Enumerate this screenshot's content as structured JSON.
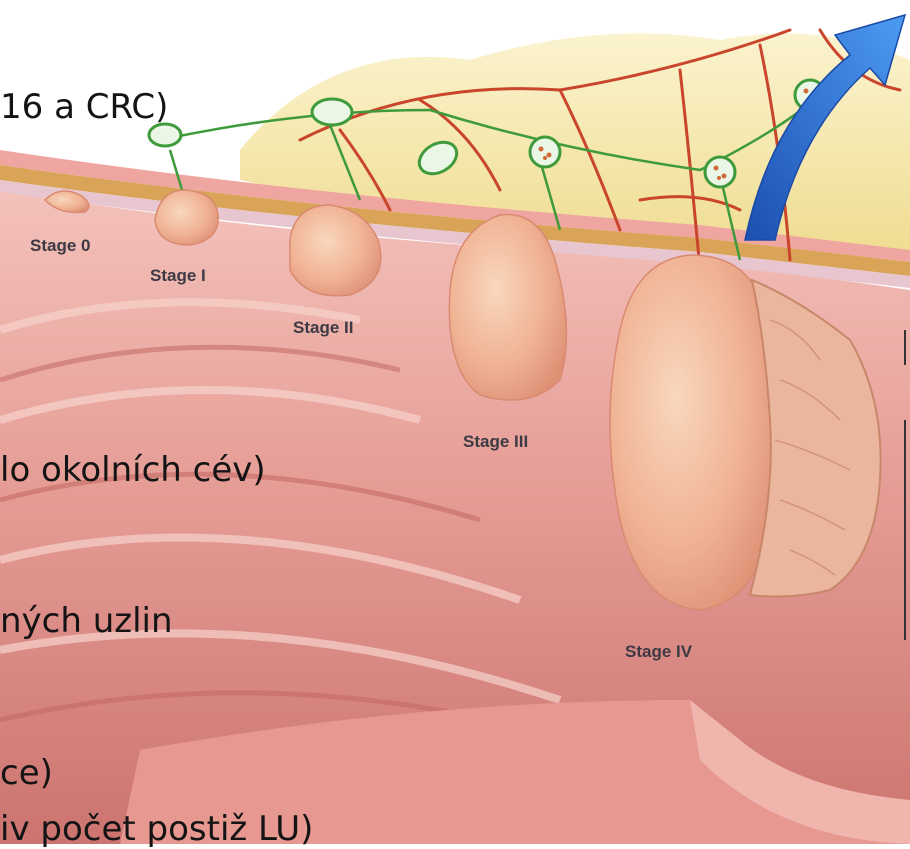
{
  "slide_text": [
    "16 a CRC)",
    "lo okolních cév)",
    "ných uzlin",
    "ce)",
    "iv počet postiž LU)"
  ],
  "stage_labels": [
    "Stage 0",
    "Stage I",
    "Stage II",
    "Stage III",
    "Stage IV"
  ],
  "colors": {
    "mucosa": "#e9a39c",
    "mucosa_dark": "#c9706b",
    "wall_layer": "#d8a35a",
    "fat": "#f4e6a6",
    "tumor": "#f2b79a",
    "vessel": "#c9452c",
    "lymph_vessel": "#3f9a3b",
    "arrow": "#2f6fd8"
  }
}
